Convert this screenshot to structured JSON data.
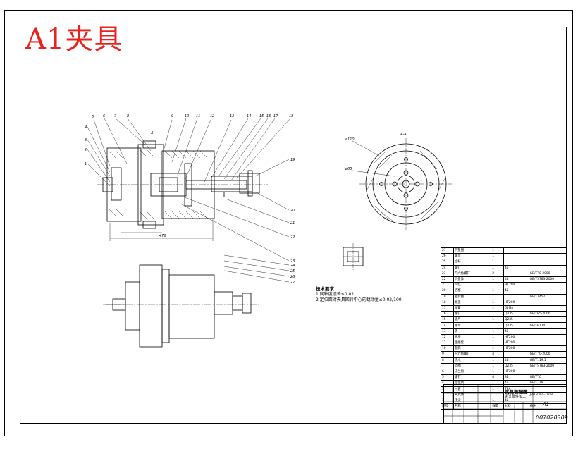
{
  "watermark": "A1夹具",
  "section_label": "A-A",
  "view_label": "A",
  "overall_dim": "476",
  "phi_labels": [
    "ø110",
    "ø65"
  ],
  "callouts_top": [
    "5",
    "6",
    "7",
    "8",
    "9",
    "10",
    "11",
    "12",
    "13",
    "14",
    "15",
    "16",
    "17",
    "18"
  ],
  "callouts_left": [
    "4",
    "3",
    "2",
    "1"
  ],
  "callouts_right": [
    "19",
    "20",
    "21",
    "22",
    "23",
    "24",
    "25",
    "26",
    "27"
  ],
  "technical_requirements": {
    "heading": "技术要求",
    "items": [
      "1.同轴度误差≤0.02",
      "2.定位面对夹具回转中心的跳动量≤0.02/100"
    ]
  },
  "bom": {
    "rows": [
      [
        "27",
        "平垫圈",
        "1",
        "",
        ""
      ],
      [
        "26",
        "螺母",
        "1",
        "",
        ""
      ],
      [
        "25",
        "拉杆",
        "1",
        "",
        ""
      ],
      [
        "24",
        "螺钉",
        "1",
        "45",
        ""
      ],
      [
        "23",
        "内六角螺钉",
        "2",
        "",
        "GB/T70-2000"
      ],
      [
        "22",
        "卡盘体",
        "1",
        "45",
        "GB/T5783-2000"
      ],
      [
        "21",
        "气缸",
        "1",
        "HT200",
        ""
      ],
      [
        "20",
        "活塞",
        "1",
        "45",
        ""
      ],
      [
        "19",
        "密封圈",
        "1",
        "",
        "GB/T3452"
      ],
      [
        "18",
        "端盖",
        "1",
        "HT200",
        ""
      ],
      [
        "17",
        "弹簧",
        "1",
        "65Mn",
        ""
      ],
      [
        "16",
        "螺钉",
        "1",
        "Q235",
        "GB/T65-2000"
      ],
      [
        "15",
        "垫片",
        "1",
        "Q235",
        ""
      ],
      [
        "14",
        "螺母",
        "1",
        "Q235",
        "GB/T6170"
      ],
      [
        "13",
        "销",
        "1",
        "45",
        ""
      ],
      [
        "12",
        "滑块",
        "1",
        "HT200",
        ""
      ],
      [
        "11",
        "连接套",
        "1",
        "HT200",
        ""
      ],
      [
        "10",
        "套筒",
        "1",
        "HT200",
        ""
      ],
      [
        "9",
        "内六角螺钉",
        "4",
        "",
        "GB/T70-2000"
      ],
      [
        "8",
        "钩爪",
        "1",
        "45",
        "GB/T119.1"
      ],
      [
        "7",
        "垫圈",
        "1",
        "Q235",
        "GB/T5783-2000"
      ],
      [
        "6",
        "法兰盘",
        "1",
        "HT200",
        ""
      ],
      [
        "5",
        "螺钉",
        "4",
        "35",
        "GB/T70"
      ],
      [
        "4",
        "定位销",
        "1",
        "45",
        "GB/T119"
      ],
      [
        "3",
        "衬套",
        "1",
        "T8A",
        ""
      ],
      [
        "2",
        "夹具体",
        "1",
        "Q235",
        "JB/T8004-2008"
      ],
      [
        "1",
        "顶尖",
        "1",
        "45",
        ""
      ]
    ],
    "header": [
      "序号",
      "名称",
      "数量",
      "材料",
      "备注"
    ]
  },
  "title_block": {
    "name": "夹具装配图",
    "spec": "拨叉零件加工",
    "scale": "A1",
    "drawing_no": "007020309"
  }
}
